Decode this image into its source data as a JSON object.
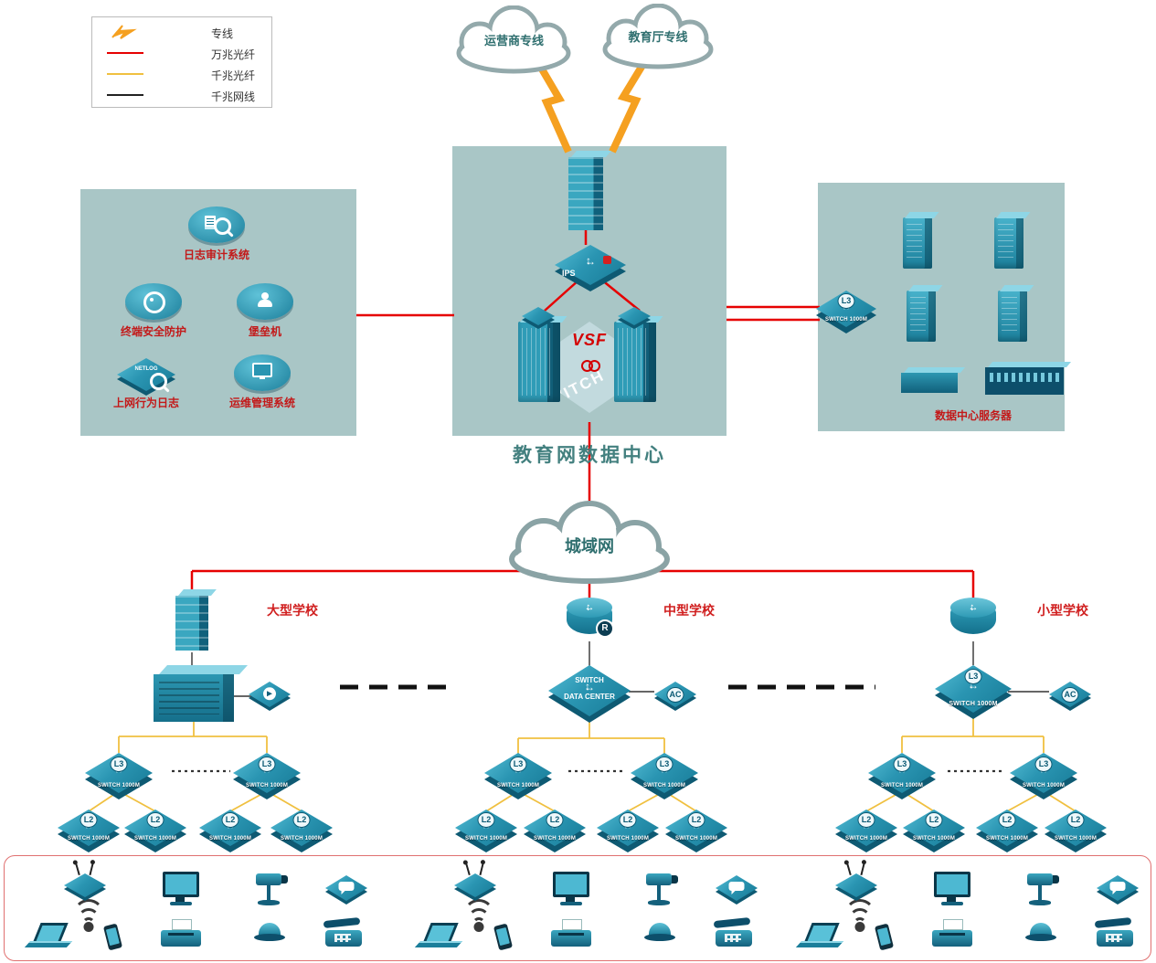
{
  "legend": {
    "items": [
      {
        "label": "专线",
        "icon": "lightning-icon",
        "color": "#f5a020"
      },
      {
        "label": "万兆光纤",
        "icon": "red-line",
        "color": "#e60000"
      },
      {
        "label": "千兆光纤",
        "icon": "yellow-line",
        "color": "#f0c040"
      },
      {
        "label": "千兆网线",
        "icon": "black-line",
        "color": "#222222"
      }
    ]
  },
  "clouds": {
    "isp": "运营商专线",
    "edu": "教育厅专线",
    "man": "城域网"
  },
  "datacenter": {
    "title": "教育网数据中心",
    "ips_label": "IPS",
    "vsf_label": "VSF",
    "fabric_label": "SWITCH"
  },
  "security_zone": {
    "log_audit": "日志审计系统",
    "terminal_security": "终端安全防护",
    "bastion": "堡垒机",
    "netlog": "NETLOG",
    "net_behavior": "上网行为日志",
    "ops": "运维管理系统"
  },
  "server_zone": {
    "title": "数据中心服务器",
    "switch_badge": "L3",
    "switch_label": "SWITCH 1000M"
  },
  "schools": {
    "large": {
      "name": "大型学校"
    },
    "medium": {
      "name": "中型学校",
      "router_badge": "R",
      "core_line1": "SWITCH",
      "core_line2": "DATA CENTER",
      "ac_label": "AC"
    },
    "small": {
      "name": "小型学校",
      "core_badge": "L3",
      "core_label": "SWITCH 1000M",
      "ac_label": "AC"
    }
  },
  "switches": {
    "l3_badge": "L3",
    "l2_badge": "L2",
    "speed_label": "SWITCH 1000M"
  },
  "endpoints": {
    "icons": [
      "wlan-ap",
      "wifi-signal",
      "laptop",
      "smartphone",
      "pc-monitor",
      "printer",
      "ptz-camera",
      "dome-camera",
      "im-chat",
      "telephone"
    ]
  },
  "colors": {
    "dedicated_line": "#f5a020",
    "fiber_10g": "#e60000",
    "fiber_1g": "#f0c040",
    "cable_1g": "#222222",
    "zone_bg": "#a9c6c6",
    "device_teal": "#2a95b2",
    "label_red": "#c31919"
  }
}
